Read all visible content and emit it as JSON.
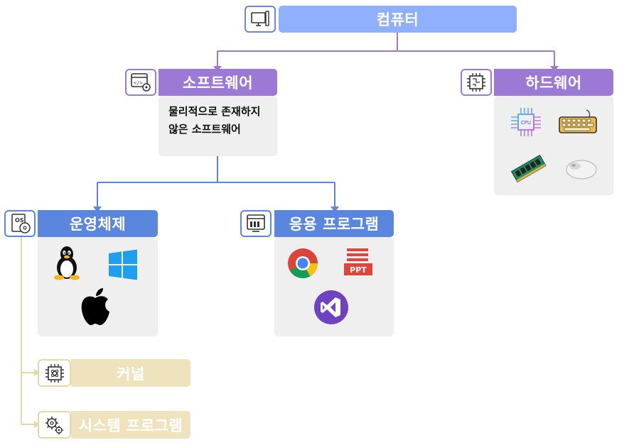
{
  "root": {
    "label": "컴퓨터"
  },
  "software": {
    "label": "소프트웨어",
    "desc_line1": "물리적으로 존재하지",
    "desc_line2": "않은 소프트웨어"
  },
  "hardware": {
    "label": "하드웨어",
    "cpu_text": "CPU"
  },
  "os": {
    "label": "운영체제",
    "icon_text": "OS"
  },
  "apps": {
    "label": "응용 프로그램",
    "ppt_text": "PPT"
  },
  "kernel": {
    "label": "커널"
  },
  "system_programs": {
    "label": "시스템 프로그램"
  },
  "colors": {
    "root_label": "#8fb0ff",
    "root_border": "#6f86d6",
    "purple": "#9d79d6",
    "blue": "#5b86dd",
    "tan": "#efe3be",
    "tan_border": "#e6d8a6",
    "connector_purple": "#a07cc8",
    "connector_blue": "#5b86dd",
    "connector_tan": "#e6d8a6",
    "panel": "#efefef"
  }
}
